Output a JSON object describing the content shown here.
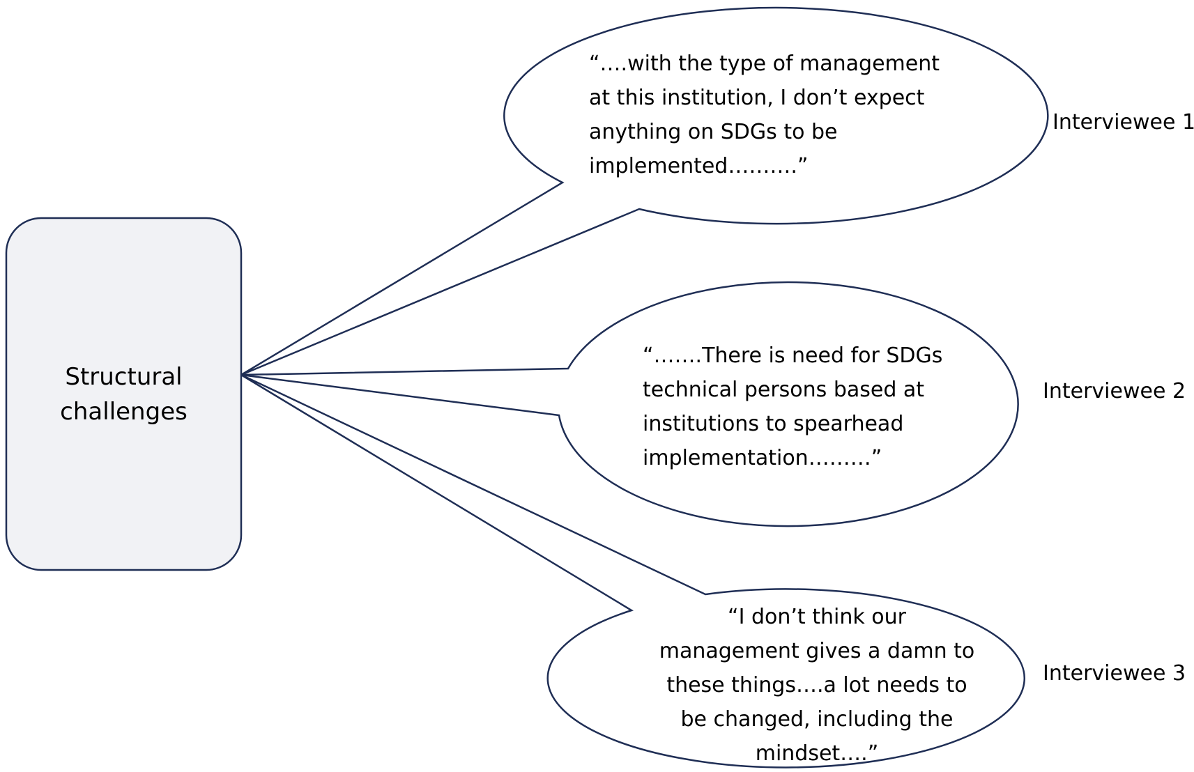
{
  "central_box": {
    "lines": [
      "Structural",
      "challenges"
    ],
    "fill": "#f1f2f5",
    "stroke": "#1f2e55"
  },
  "bubbles": [
    {
      "lines": [
        "“….with the type of management",
        "at this institution, I don’t expect",
        "anything on SDGs to be",
        "implemented……….”"
      ],
      "speaker": "Interviewee 1"
    },
    {
      "lines": [
        "“…….There is need for SDGs",
        "technical persons based at",
        "institutions to spearhead",
        "implementation………”"
      ],
      "speaker": "Interviewee 2"
    },
    {
      "lines": [
        "“I don’t think our",
        "management gives a damn to",
        "these things….a lot needs to",
        "be changed, including the",
        "mindset….”"
      ],
      "speaker": "Interviewee 3"
    }
  ]
}
